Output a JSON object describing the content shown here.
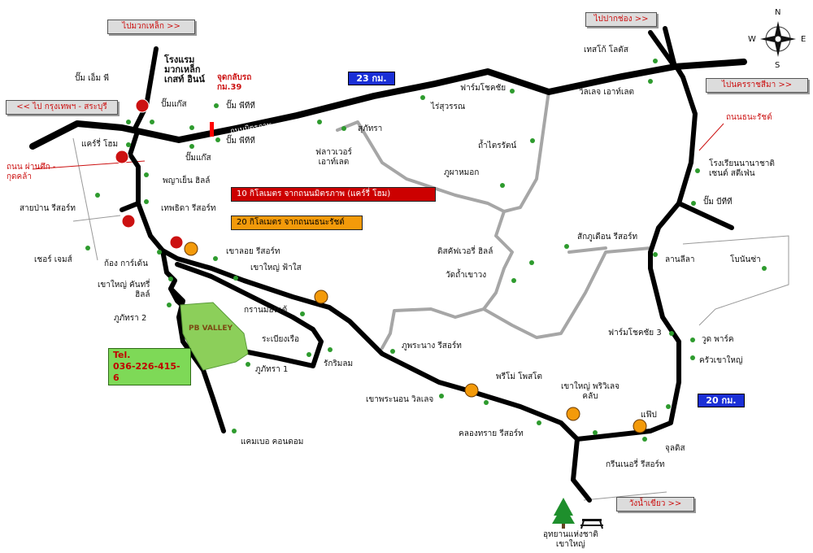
{
  "destinations": {
    "muak_lek": "ไปมวกเหล็ก >>",
    "bangkok": "<< ไป กรุงเทพฯ - สระบุรี",
    "pak_chong": "ไปปากช่อง >>",
    "korat": "ไปนครราชสีมา >>",
    "wang_nam_khiao": "วังน้ำเขียว >>"
  },
  "distances": {
    "d23": "23 กม.",
    "d20": "20 กม."
  },
  "bars": {
    "red": "10 กิโลเมตร จากถนนมิตรภาพ (แคร์รี่ โฮม)",
    "orange": "20 กิโลเมตร จากถนนธนะรัชต์"
  },
  "road_names": {
    "mittraphap": "ถนนมิตรภาพ"
  },
  "road_labels": {
    "u_turn": "จุดกลับรถ\nกม.39",
    "phan_suek": "ถนน ผ่านศึก -\nกุดคล้า",
    "thanarat": "ถนนธนะรัชต์"
  },
  "phone": {
    "label": "Tel.",
    "number": "036-226-415-6"
  },
  "compass": {
    "n": "N",
    "s": "S",
    "e": "E",
    "w": "W"
  },
  "logo_text": "PB VALLEY",
  "places": {
    "pump_mp": "ปั๊ม เอ็ม พี",
    "hotel": "โรงแรม\nมวกเหล็ก\nเกสท์ อินน์",
    "pump_gas1": "ปั๊มแก๊ส",
    "pump_ptt1": "ปั๊ม พีทีที",
    "pump_ptt2": "ปั๊ม พีทีที",
    "pump_gas2": "ปั๊มแก๊ส",
    "carry_home": "แคร์รี่ โฮม",
    "phaya_yen": "พญาเย็น ฮิลล์",
    "sai_pan": "สายป่าน รีสอร์ท",
    "thep_sida": "เทพธิดา รีสอร์ท",
    "share_james": "เชอร์ เจมส์",
    "kong_garden": "ก้อง การ์เด้น",
    "khao_loi": "เขาลอย รีสอร์ท",
    "khao_yai_fahsai": "เขาใหญ่ ฟ้าใส",
    "khao_yai_country": "เขาใหญ่ คันทรี่\nฮิลล์",
    "phu_phatra2": "ภูภัทรา 2",
    "granmonte": "กรานมอนเต้",
    "rabiang_rue": "ระเบียงเรือ",
    "rak_rim_lom": "รักริมลม",
    "phu_phatra1": "ภูภัทรา 1",
    "camp_condo": "แคมเบอ คอนดอม",
    "suphattra": "สุภัทรา",
    "flower": "ฟลาวเวอร์\nเอาท์เลต",
    "rai_suwan": "ไร่สุวรรณ",
    "farm_chok1": "ฟาร์มโชคชัย",
    "tham_kraidat": "ถ้ำไตรรัตน์",
    "phu_pha_mok": "ภูผาหมอก",
    "tesco": "เทสโก้ โลตัส",
    "village": "วิลเลจ เอาท์เลต",
    "school": "โรงเรียนนานาชาติ\nเซนต์ สตีเฟ่น",
    "pump_bangchak": "ปั๊ม บีทีที",
    "sak_phu_duean": "สักภูเดือน รีสอร์ท",
    "discovery": "ดิสคัฟเวอรี่ ฮิลล์",
    "lan_lila": "ลานลีลา",
    "bonanza": "โบนันซ่า",
    "wat_tham": "วัดถ้ำเขาวง",
    "farm_chok3": "ฟาร์มโชคชัย 3",
    "wood_park": "วูด พาร์ค",
    "krua_khao_yai": "ครัวเขาใหญ่",
    "phu_phrabang": "ภูพระนาง รีสอร์ท",
    "primo": "พรีโม่ โพสโต",
    "kh_private": "เขาใหญ่ พริวิเลจ\nคลับ",
    "khao_pranon": "เขาพระนอน วิลเลจ",
    "khlong_sai": "คลองทราย รีสอร์ท",
    "green_nery": "กรีนเนอรี่ รีสอร์ท",
    "fifa": "แฟ๊ป",
    "juldis": "จุลดิส",
    "national_park": "อุทยานแห่งชาติ\nเขาใหญ่"
  }
}
